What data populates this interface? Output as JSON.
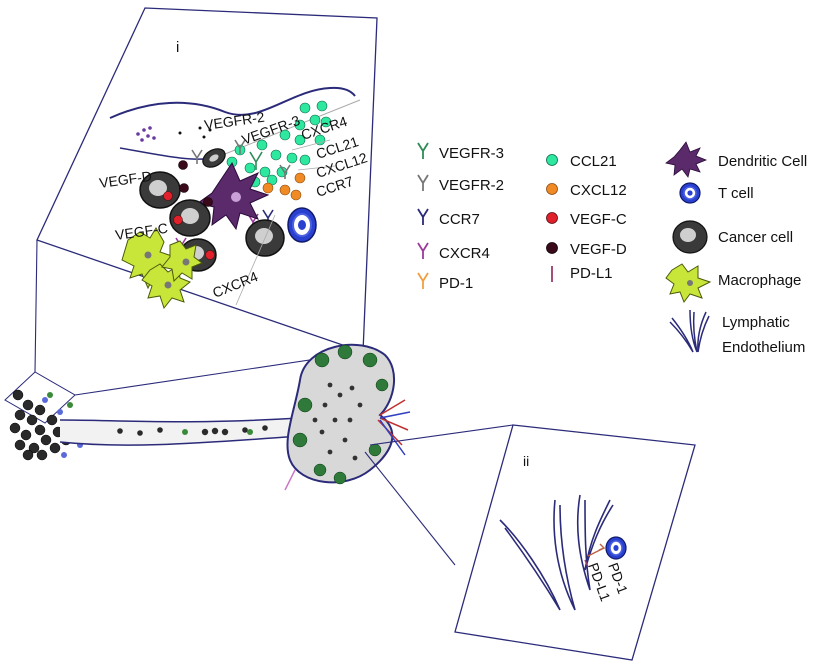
{
  "panels": {
    "inset_i": {
      "label": "i"
    },
    "inset_ii": {
      "label": "ii"
    }
  },
  "inset_i_labels": {
    "vegfr2": "VEGFR-2",
    "vegfr3": "VEGFR-3",
    "cxcr4_top": "CXCR4",
    "ccl21": "CCL21",
    "cxcl12": "CXCL12",
    "ccr7": "CCR7",
    "vegfd": "VEGF-D",
    "vegfc": "VEGF-C",
    "cxcr4_bottom": "CXCR4"
  },
  "inset_ii_labels": {
    "pd1": "PD-1",
    "pdl1": "PD-L1"
  },
  "legend_receptors": [
    {
      "label": "VEGFR-3",
      "color": "#2e8b57"
    },
    {
      "label": "VEGFR-2",
      "color": "#777777"
    },
    {
      "label": "CCR7",
      "color": "#2a2a7a"
    },
    {
      "label": "CXCR4",
      "color": "#9b3a9b"
    },
    {
      "label": "PD-1",
      "color": "#f0a040"
    }
  ],
  "legend_factors": [
    {
      "label": "CCL21",
      "color": "#2ee8a0"
    },
    {
      "label": "CXCL12",
      "color": "#f08a24"
    },
    {
      "label": "VEGF-C",
      "color": "#e0202a"
    },
    {
      "label": "VEGF-D",
      "color": "#3a0a1a"
    },
    {
      "label": "PD-L1",
      "color": "#9b3a6a"
    }
  ],
  "legend_cells": [
    {
      "label": "Dendritic Cell",
      "icon": "dendritic-cell-icon"
    },
    {
      "label": "T cell",
      "icon": "t-cell-icon"
    },
    {
      "label": "Cancer cell",
      "icon": "cancer-cell-icon"
    },
    {
      "label": "Macrophage",
      "icon": "macrophage-icon"
    },
    {
      "label": "Lymphatic",
      "icon": "lymphatic-endothelium-icon"
    },
    {
      "label": "Endothelium",
      "icon": ""
    }
  ],
  "colors": {
    "outline": "#2b2b7a",
    "node_fill": "#d8d8d8",
    "macrophage": "#c8e63a",
    "dendritic": "#5a2a6a",
    "tcell": "#2a40d0"
  }
}
